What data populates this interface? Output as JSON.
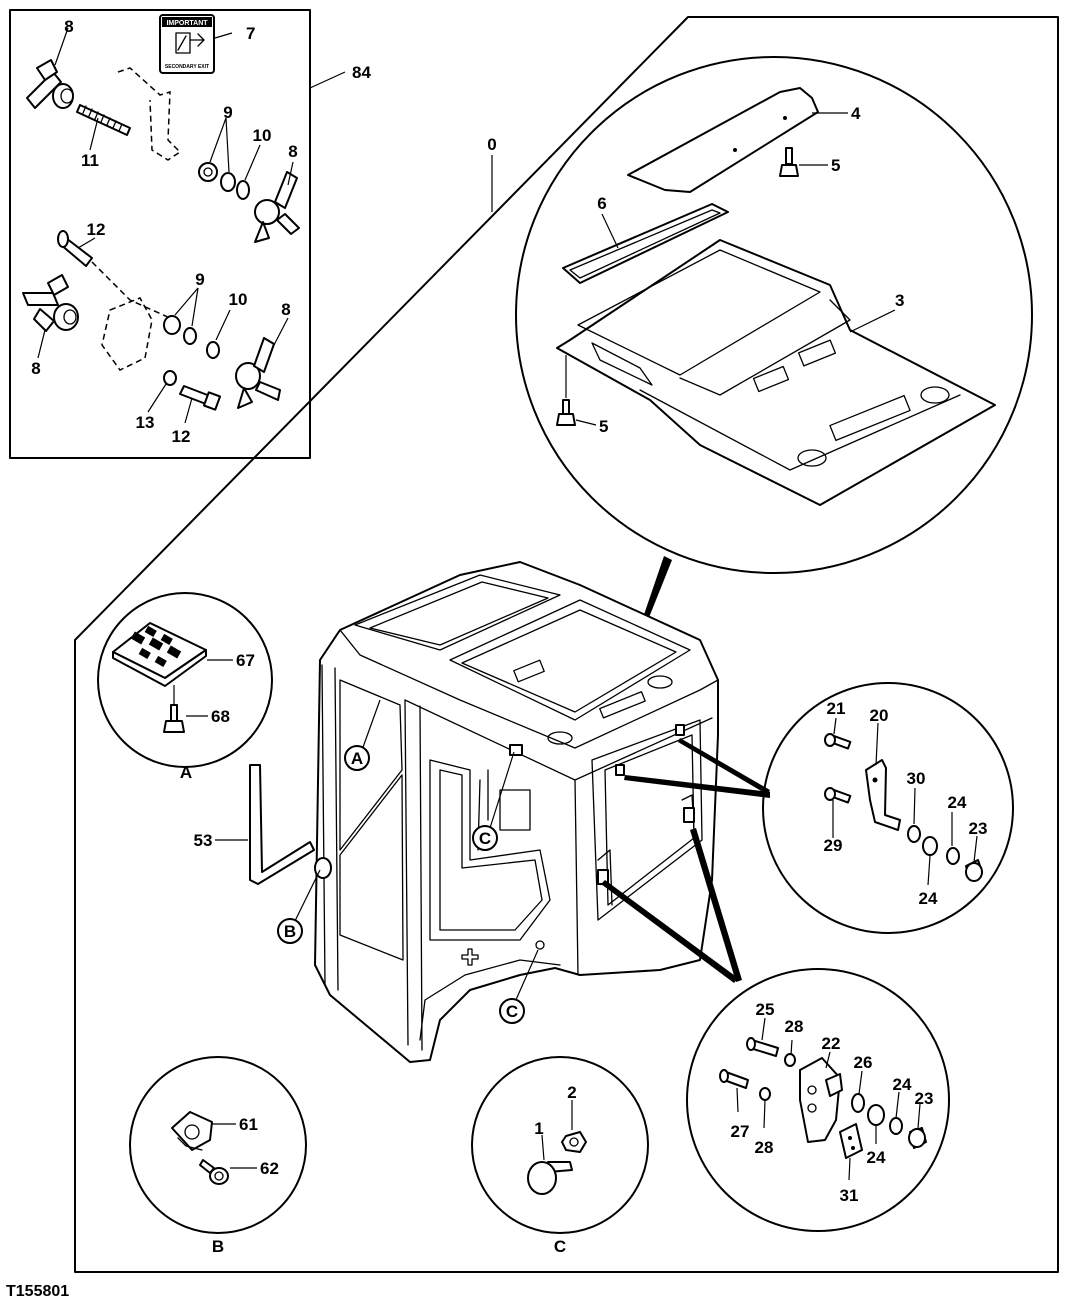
{
  "figure_id": "T155801",
  "callouts": {
    "c0": "0",
    "c84": "84",
    "c7": "7",
    "c7_top": "IMPORTANT",
    "c7_bottom": "SECONDARY EXIT",
    "c8a": "8",
    "c8b": "8",
    "c8c": "8",
    "c8d": "8",
    "c9a": "9",
    "c9b": "9",
    "c10a": "10",
    "c10b": "10",
    "c11": "11",
    "c12a": "12",
    "c12b": "12",
    "c13": "13",
    "c4": "4",
    "c5a": "5",
    "c5b": "5",
    "c6": "6",
    "c3": "3",
    "c67": "67",
    "c68": "68",
    "c53": "53",
    "c21": "21",
    "c20": "20",
    "c29": "29",
    "c30": "30",
    "c24a": "24",
    "c24b": "24",
    "c23a": "23",
    "c25": "25",
    "c28a": "28",
    "c22": "22",
    "c26": "26",
    "c27": "27",
    "c28b": "28",
    "c24c": "24",
    "c24d": "24",
    "c23b": "23",
    "c31": "31",
    "c61": "61",
    "c62": "62",
    "c1": "1",
    "c2": "2"
  },
  "detail_refs": {
    "a_on_cab": "A",
    "b_on_cab": "B",
    "c_on_cab_1": "C",
    "c_on_cab_2": "C",
    "a_title": "A",
    "b_title": "B",
    "c_title": "C"
  }
}
